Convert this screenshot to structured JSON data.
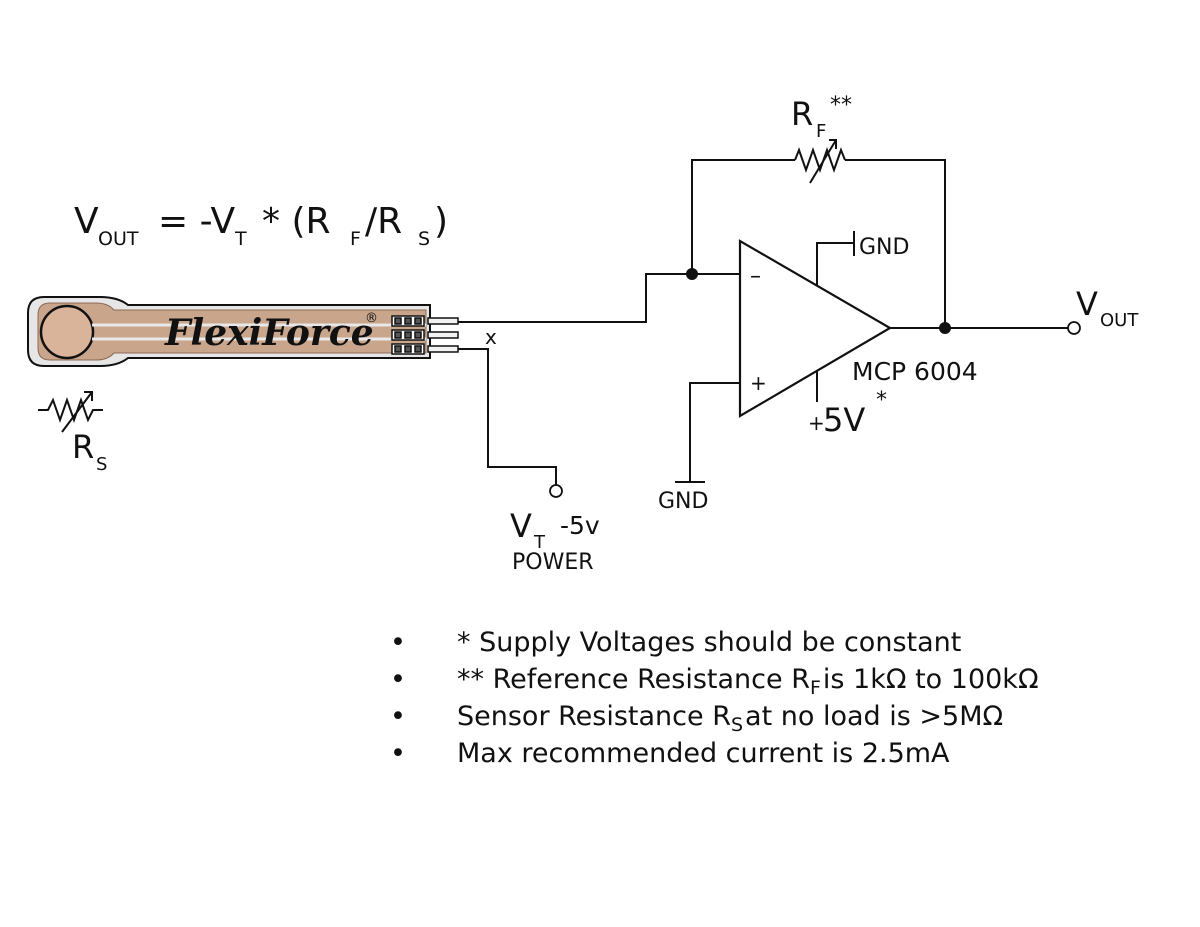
{
  "formula": {
    "vout_main": "V",
    "vout_sub": "OUT",
    "eq_part1": "= -V",
    "vt_sub": "T",
    "eq_part2": "* (R",
    "rf_sub": "F",
    "eq_part3": "/R",
    "rs_sub": "S",
    "eq_part4": ")"
  },
  "sensor": {
    "brand": "FlexiForce",
    "registered": "®",
    "rs_main": "R",
    "rs_sub": "S",
    "nc_mark": "x"
  },
  "feedback_resistor": {
    "main": "R",
    "sub": "F",
    "sup": "**"
  },
  "opamp": {
    "minus": "–",
    "plus": "+",
    "part": "MCP 6004",
    "top_gnd": "GND",
    "supply_prefix": "+",
    "supply_main": "5V",
    "supply_sup": "*"
  },
  "output": {
    "main": "V",
    "sub": "OUT"
  },
  "power": {
    "vt_main": "V",
    "vt_sub": "T",
    "value": "-5v",
    "label": "POWER"
  },
  "ground_bottom": "GND",
  "notes": {
    "bullet": "•",
    "n1": "* Supply Voltages should be constant",
    "n2_a": "** Reference Resistance R",
    "n2_sub": "F",
    "n2_b": "is 1kΩ to 100kΩ",
    "n3_a": "Sensor Resistance R",
    "n3_sub": "S",
    "n3_b": "at no load is >5MΩ",
    "n4": "Max recommended current is 2.5mA"
  },
  "colors": {
    "sensor_fill": "#c9a58b",
    "sensor_outline": "#111111",
    "tail_fill": "#e6e6e6"
  }
}
